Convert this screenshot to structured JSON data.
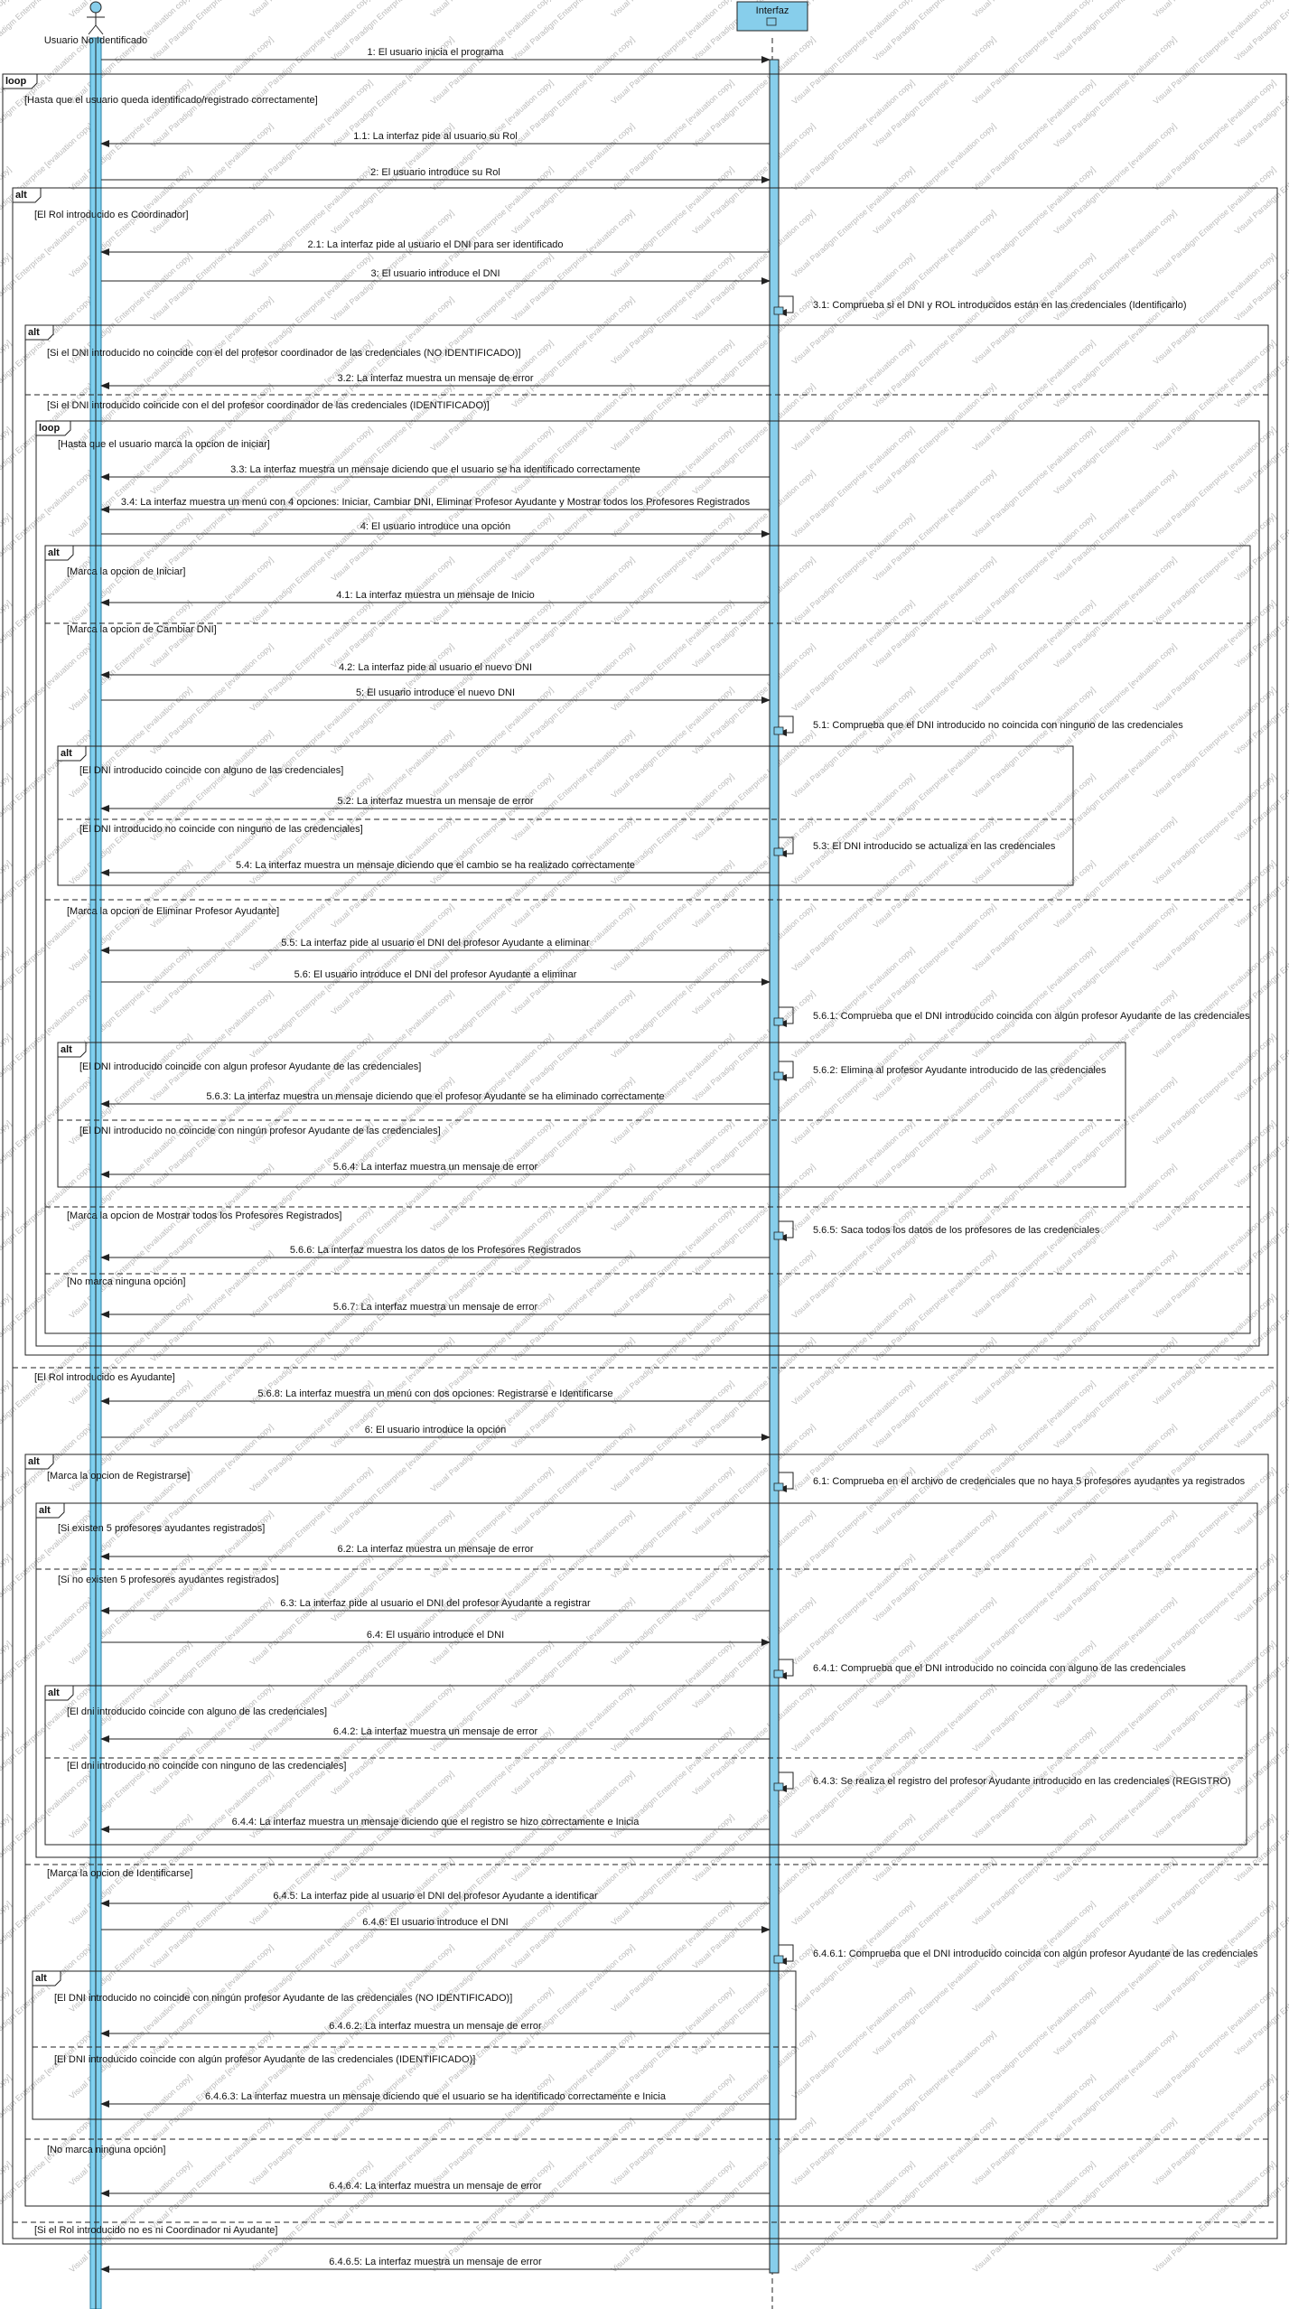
{
  "actors": {
    "user": "Usuario No Identificado",
    "system": "Interfaz"
  },
  "watermark": "Visual Paradigm Enterprise [evaluation copy]",
  "colors": {
    "lifeline_fill": "#7fd0ef",
    "activation_fill": "#87ceeb",
    "system_box_fill": "#87ceeb",
    "line": "#222222",
    "watermark": "#bcbcbc"
  },
  "frames": [
    {
      "type": "loop",
      "label": "loop",
      "guards": [
        "[Hasta que el usuario queda identificado/registrado correctamente]"
      ]
    },
    {
      "type": "alt",
      "label": "alt",
      "guards": [
        "[El Rol introducido es Coordinador]",
        "[El Rol introducido es Ayudante]",
        "[Si el Rol introducido no es ni Coordinador ni Ayudante]"
      ]
    },
    {
      "type": "alt",
      "label": "alt",
      "guards": [
        "[Si el DNI introducido no coincide con el del profesor coordinador de las credenciales (NO IDENTIFICADO)]",
        "[Si el DNI introducido coincide con el del profesor coordinador de las credenciales (IDENTIFICADO)]"
      ]
    },
    {
      "type": "loop",
      "label": "loop",
      "guards": [
        "[Hasta que el usuario marca la opcion de iniciar]"
      ]
    },
    {
      "type": "alt",
      "label": "alt",
      "guards": [
        "[Marca la opcion de Iniciar]",
        "[Marca la opcion de Cambiar DNI]",
        "[Marca la opcion de Eliminar Profesor Ayudante]",
        "[Marca la opcion de Mostrar todos los Profesores Registrados]",
        "[No marca ninguna opción]"
      ]
    },
    {
      "type": "alt",
      "label": "alt",
      "guards": [
        "[El DNI introducido coincide con alguno de las credenciales]",
        "[El DNI introducido no coincide con ninguno de las credenciales]"
      ]
    },
    {
      "type": "alt",
      "label": "alt",
      "guards": [
        "[El DNI introducido coincide con algun profesor Ayudante de las credenciales]",
        "[El DNI introducido no coincide con ningún profesor Ayudante de las credenciales]"
      ]
    },
    {
      "type": "alt",
      "label": "alt",
      "guards": [
        "[Marca la opcion de Registrarse]",
        "[Marca la opcion de Identificarse]",
        "[No marca ninguna opción]"
      ]
    },
    {
      "type": "alt",
      "label": "alt",
      "guards": [
        "[Si existen 5 profesores ayudantes registrados]",
        "[Si no existen 5 profesores ayudantes registrados]"
      ]
    },
    {
      "type": "alt",
      "label": "alt",
      "guards": [
        "[El dni introducido coincide con alguno de las credenciales]",
        "[El dni introducido no coincide con ninguno de las credenciales]"
      ]
    },
    {
      "type": "alt",
      "label": "alt",
      "guards": [
        "[El DNI introducido no coincide con ningún profesor Ayudante de las credenciales (NO IDENTIFICADO)]",
        "[El DNI introducido coincide con algún profesor Ayudante de las credenciales (IDENTIFICADO)]"
      ]
    }
  ],
  "messages": [
    {
      "id": "1",
      "text": "1: El usuario inicia el programa",
      "from": "user",
      "to": "system"
    },
    {
      "id": "1.1",
      "text": "1.1: La interfaz pide al usuario su Rol",
      "from": "system",
      "to": "user"
    },
    {
      "id": "2",
      "text": "2: El usuario introduce su Rol",
      "from": "user",
      "to": "system"
    },
    {
      "id": "2.1",
      "text": "2.1: La interfaz pide al usuario el DNI para ser identificado",
      "from": "system",
      "to": "user"
    },
    {
      "id": "3",
      "text": "3: El usuario introduce el DNI",
      "from": "user",
      "to": "system"
    },
    {
      "id": "3.1",
      "text": "3.1: Comprueba si el DNI y ROL introducidos están en las credenciales (Identificarlo)",
      "from": "system",
      "to": "system"
    },
    {
      "id": "3.2",
      "text": "3.2: La interfaz muestra un mensaje de error",
      "from": "system",
      "to": "user"
    },
    {
      "id": "3.3",
      "text": "3.3: La interfaz muestra un mensaje diciendo que el usuario se ha identificado correctamente",
      "from": "system",
      "to": "user"
    },
    {
      "id": "3.4",
      "text": "3.4: La interfaz muestra un menú con 4 opciones: Iniciar, Cambiar DNI, Eliminar Profesor Ayudante y Mostrar todos los Profesores Registrados",
      "from": "system",
      "to": "user"
    },
    {
      "id": "4",
      "text": "4: El usuario introduce una opción",
      "from": "user",
      "to": "system"
    },
    {
      "id": "4.1",
      "text": "4.1: La interfaz muestra un mensaje de Inicio",
      "from": "system",
      "to": "user"
    },
    {
      "id": "4.2",
      "text": "4.2: La interfaz pide al usuario el nuevo DNI",
      "from": "system",
      "to": "user"
    },
    {
      "id": "5",
      "text": "5: El usuario introduce el nuevo DNI",
      "from": "user",
      "to": "system"
    },
    {
      "id": "5.1",
      "text": "5.1: Comprueba que el DNI introducido no coincida con ninguno de las credenciales",
      "from": "system",
      "to": "system"
    },
    {
      "id": "5.2",
      "text": "5.2: La interfaz muestra un mensaje de error",
      "from": "system",
      "to": "user"
    },
    {
      "id": "5.3",
      "text": "5.3: El DNI introducido se actualiza en las credenciales",
      "from": "system",
      "to": "system"
    },
    {
      "id": "5.4",
      "text": "5.4: La interfaz muestra un mensaje diciendo que el cambio se ha realizado correctamente",
      "from": "system",
      "to": "user"
    },
    {
      "id": "5.5",
      "text": "5.5: La interfaz pide al usuario el DNI del profesor Ayudante a eliminar",
      "from": "system",
      "to": "user"
    },
    {
      "id": "5.6",
      "text": "5.6: El usuario introduce el DNI del profesor Ayudante a eliminar",
      "from": "user",
      "to": "system"
    },
    {
      "id": "5.6.1",
      "text": "5.6.1: Comprueba que el DNI introducido coincida con algún profesor Ayudante de las credenciales",
      "from": "system",
      "to": "system"
    },
    {
      "id": "5.6.2",
      "text": "5.6.2: Elimina al profesor Ayudante introducido de las credenciales",
      "from": "system",
      "to": "system"
    },
    {
      "id": "5.6.3",
      "text": "5.6.3: La interfaz muestra un mensaje diciendo que el profesor Ayudante se ha eliminado correctamente",
      "from": "system",
      "to": "user"
    },
    {
      "id": "5.6.4",
      "text": "5.6.4: La interfaz muestra un mensaje de error",
      "from": "system",
      "to": "user"
    },
    {
      "id": "5.6.5",
      "text": "5.6.5: Saca todos los datos de los profesores de las credenciales",
      "from": "system",
      "to": "system"
    },
    {
      "id": "5.6.6",
      "text": "5.6.6: La interfaz muestra los datos de los Profesores Registrados",
      "from": "system",
      "to": "user"
    },
    {
      "id": "5.6.7",
      "text": "5.6.7: La interfaz muestra un mensaje de error",
      "from": "system",
      "to": "user"
    },
    {
      "id": "5.6.8",
      "text": "5.6.8: La interfaz muestra un menú con dos opciones: Registrarse e Identificarse",
      "from": "system",
      "to": "user"
    },
    {
      "id": "6",
      "text": "6: El usuario introduce la opción",
      "from": "user",
      "to": "system"
    },
    {
      "id": "6.1",
      "text": "6.1: Comprueba en el archivo de credenciales que no haya 5 profesores ayudantes ya registrados",
      "from": "system",
      "to": "system"
    },
    {
      "id": "6.2",
      "text": "6.2: La interfaz muestra un mensaje de error",
      "from": "system",
      "to": "user"
    },
    {
      "id": "6.3",
      "text": "6.3: La interfaz pide al usuario el DNI del profesor Ayudante a registrar",
      "from": "system",
      "to": "user"
    },
    {
      "id": "6.4",
      "text": "6.4: El usuario introduce el DNI",
      "from": "user",
      "to": "system"
    },
    {
      "id": "6.4.1",
      "text": "6.4.1: Comprueba que el DNI introducido no coincida con alguno de las credenciales",
      "from": "system",
      "to": "system"
    },
    {
      "id": "6.4.2",
      "text": "6.4.2: La interfaz muestra un mensaje de error",
      "from": "system",
      "to": "user"
    },
    {
      "id": "6.4.3",
      "text": "6.4.3: Se realiza el registro del profesor Ayudante introducido en las credenciales (REGISTRO)",
      "from": "system",
      "to": "system"
    },
    {
      "id": "6.4.4",
      "text": "6.4.4: La interfaz muestra un mensaje diciendo que el registro se hizo correctamente e Inicia",
      "from": "system",
      "to": "user"
    },
    {
      "id": "6.4.5",
      "text": "6.4.5: La interfaz pide al usuario el DNI del profesor Ayudante a identificar",
      "from": "system",
      "to": "user"
    },
    {
      "id": "6.4.6",
      "text": "6.4.6: El usuario introduce el DNI",
      "from": "user",
      "to": "system"
    },
    {
      "id": "6.4.6.1",
      "text": "6.4.6.1: Comprueba que el DNI introducido coincida con algún profesor Ayudante de las credenciales",
      "from": "system",
      "to": "system"
    },
    {
      "id": "6.4.6.2",
      "text": "6.4.6.2: La interfaz muestra un mensaje de error",
      "from": "system",
      "to": "user"
    },
    {
      "id": "6.4.6.3",
      "text": "6.4.6.3: La interfaz muestra un mensaje diciendo que el usuario se ha identificado correctamente e Inicia",
      "from": "system",
      "to": "user"
    },
    {
      "id": "6.4.6.4",
      "text": "6.4.6.4: La interfaz muestra un mensaje de error",
      "from": "system",
      "to": "user"
    },
    {
      "id": "6.4.6.5",
      "text": "6.4.6.5: La interfaz muestra un mensaje de error",
      "from": "system",
      "to": "user"
    }
  ]
}
